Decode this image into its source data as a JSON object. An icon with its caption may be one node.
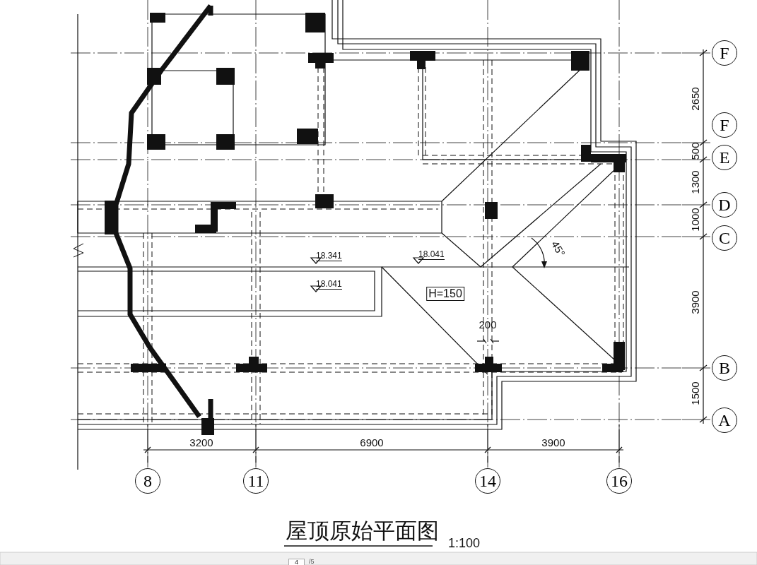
{
  "diagram": {
    "title": "屋顶原始平面图",
    "labels": [
      "F",
      "2650",
      "F",
      "500",
      "E",
      "1300",
      "D",
      "1000",
      "C",
      "18.341",
      "18.041",
      "45°",
      "18.041",
      "H=150",
      "3900",
      "200",
      "B",
      "1500",
      "A",
      "3200",
      "6900",
      "3900",
      "8",
      "11",
      "14",
      "16",
      "1:100",
      "4",
      "/5"
    ]
  }
}
